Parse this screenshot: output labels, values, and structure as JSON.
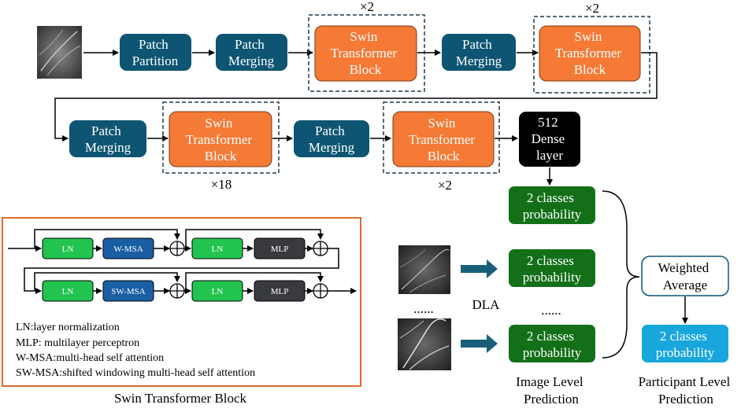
{
  "pipeline": {
    "patch_partition": [
      "Patch",
      "Partition"
    ],
    "patch_merging": [
      "Patch",
      "Merging"
    ],
    "swin_block": [
      "Swin",
      "Transformer",
      "Block"
    ],
    "dense": [
      "512",
      "Dense",
      "layer"
    ],
    "repeats": {
      "r1": "×2",
      "r2": "×2",
      "r3": "×18",
      "r4": "×2"
    }
  },
  "prediction": {
    "prob": [
      "2 classes",
      "probability"
    ],
    "ellipsis_images": "......",
    "ellipsis_probs": "......",
    "dla": "DLA",
    "weighted": [
      "Weighted",
      "Average"
    ],
    "final_prob": [
      "2 classes",
      "probability"
    ],
    "image_level": [
      "Image Level",
      "Prediction"
    ],
    "participant_level": [
      "Participant Level",
      "Prediction"
    ]
  },
  "swin_detail": {
    "ln": "LN",
    "wmsa": "W-MSA",
    "swmsa": "SW-MSA",
    "mlp": "MLP",
    "legend": [
      "LN:layer normalization",
      "MLP: multilayer perceptron",
      "W-MSA:multi-head self attention",
      "SW-MSA:shifted windowing multi-head self attention"
    ],
    "title": "Swin Transformer Block"
  },
  "colors": {
    "teal": "#0e5573",
    "orange": "#f47a36",
    "green": "#137019",
    "light_green": "#22c44f",
    "blue": "#1a5fa3",
    "dark_gray": "#383a3e",
    "cyan": "#18a6dc",
    "frame": "#e06a2a"
  }
}
